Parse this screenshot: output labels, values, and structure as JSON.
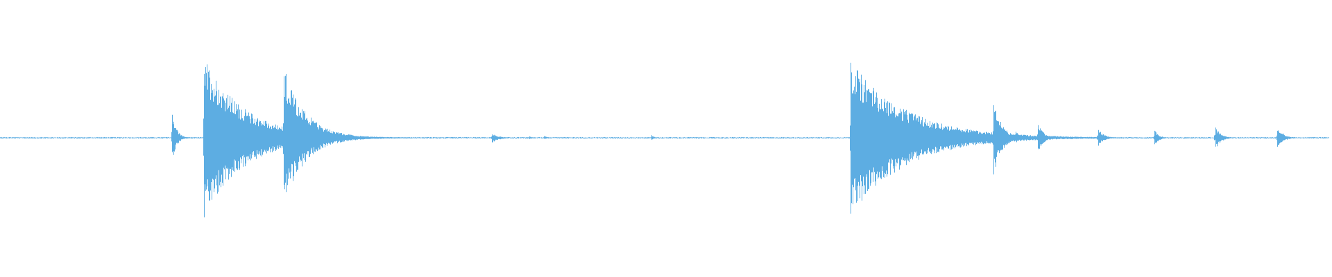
{
  "waveform": {
    "color": "#5dade2",
    "background": "#ffffff",
    "duration_fraction_end": 0.998,
    "baseline_noise_amplitude": 0.006,
    "events": [
      {
        "t": 0.129,
        "up": 0.33,
        "down": 0.3,
        "decay": 0.003
      },
      {
        "t": 0.153,
        "up": 0.9,
        "down": 0.9,
        "decay": 0.03
      },
      {
        "t": 0.213,
        "up": 0.8,
        "down": 0.75,
        "decay": 0.016
      },
      {
        "t": 0.369,
        "up": 0.05,
        "down": 0.06,
        "decay": 0.005
      },
      {
        "t": 0.397,
        "up": 0.02,
        "down": 0.02,
        "decay": 0.002
      },
      {
        "t": 0.408,
        "up": 0.03,
        "down": 0.02,
        "decay": 0.002
      },
      {
        "t": 0.489,
        "up": 0.03,
        "down": 0.03,
        "decay": 0.002
      },
      {
        "t": 0.6385,
        "up": 0.88,
        "down": 0.88,
        "decay": 0.04
      },
      {
        "t": 0.7165,
        "up": 0.1,
        "down": 0.08,
        "decay": 0.003
      },
      {
        "t": 0.7455,
        "up": 0.45,
        "down": 0.45,
        "decay": 0.006
      },
      {
        "t": 0.7625,
        "up": 0.08,
        "down": 0.06,
        "decay": 0.003
      },
      {
        "t": 0.779,
        "up": 0.18,
        "down": 0.17,
        "decay": 0.004
      },
      {
        "t": 0.79,
        "up": 0.02,
        "down": 0.02,
        "decay": 0.002
      },
      {
        "t": 0.7975,
        "up": 0.03,
        "down": 0.02,
        "decay": 0.002
      },
      {
        "t": 0.824,
        "up": 0.11,
        "down": 0.1,
        "decay": 0.004
      },
      {
        "t": 0.8665,
        "up": 0.1,
        "down": 0.1,
        "decay": 0.003
      },
      {
        "t": 0.912,
        "up": 0.15,
        "down": 0.14,
        "decay": 0.004
      },
      {
        "t": 0.9585,
        "up": 0.15,
        "down": 0.14,
        "decay": 0.004
      }
    ]
  }
}
